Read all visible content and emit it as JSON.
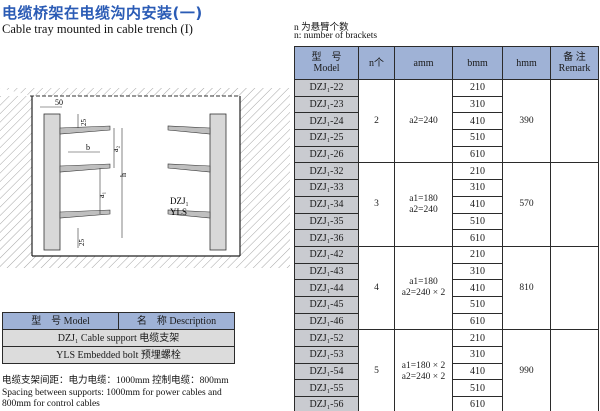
{
  "title_cn": "电缆桥架在电缆沟内安装(一)",
  "title_en": "Cable tray mounted in cable trench (I)",
  "notes": [
    "n 为悬臂个数",
    "n: number of brackets"
  ],
  "diagram": {
    "dim_50": "50",
    "dim_25_top": "25",
    "dim_25_bottom": "25",
    "dim_a2": "a₂",
    "dim_b": "b",
    "dim_h": "h",
    "dim_a1": "a₁",
    "label_dzj": "DZJ₁",
    "label_yls": "YLS"
  },
  "spec_table": {
    "headers": [
      {
        "line1": "型　号",
        "line2": "Model"
      },
      {
        "line1": "n个",
        "line2": ""
      },
      {
        "line1": "amm",
        "line2": ""
      },
      {
        "line1": "bmm",
        "line2": ""
      },
      {
        "line1": "hmm",
        "line2": ""
      },
      {
        "line1": "备 注",
        "line2": "Remark"
      }
    ],
    "groups": [
      {
        "models": [
          "DZJ₁-22",
          "DZJ₁-23",
          "DZJ₁-24",
          "DZJ₁-25",
          "DZJ₁-26"
        ],
        "n": "2",
        "a_line1": "a2=240",
        "a_line2": "",
        "b": [
          "210",
          "310",
          "410",
          "510",
          "610"
        ],
        "h": "390"
      },
      {
        "models": [
          "DZJ₁-32",
          "DZJ₁-33",
          "DZJ₁-34",
          "DZJ₁-35",
          "DZJ₁-36"
        ],
        "n": "3",
        "a_line1": "a1=180",
        "a_line2": "a2=240",
        "b": [
          "210",
          "310",
          "410",
          "510",
          "610"
        ],
        "h": "570"
      },
      {
        "models": [
          "DZJ₁-42",
          "DZJ₁-43",
          "DZJ₁-44",
          "DZJ₁-45",
          "DZJ₁-46"
        ],
        "n": "4",
        "a_line1": "a1=180",
        "a_line2": "a2=240 × 2",
        "b": [
          "210",
          "310",
          "410",
          "510",
          "610"
        ],
        "h": "810"
      },
      {
        "models": [
          "DZJ₁-52",
          "DZJ₁-53",
          "DZJ₁-54",
          "DZJ₁-55",
          "DZJ₁-56"
        ],
        "n": "5",
        "a_line1": "a1=180 × 2",
        "a_line2": "a2=240 × 2",
        "b": [
          "210",
          "310",
          "410",
          "510",
          "610"
        ],
        "h": "990"
      }
    ]
  },
  "legend": {
    "head_model": "型　号 Model",
    "head_name": "名　称 Description",
    "row1": "DZJ₁ Cable support 电缆支架",
    "row2": "YLS Embedded bolt 预埋螺栓"
  },
  "footer": {
    "line1": "电缆支架间距：电力电缆：1000mm 控制电缆：800mm",
    "line2": "Spacing between supports: 1000mm for power cables and",
    "line3": "800mm for control cables"
  }
}
